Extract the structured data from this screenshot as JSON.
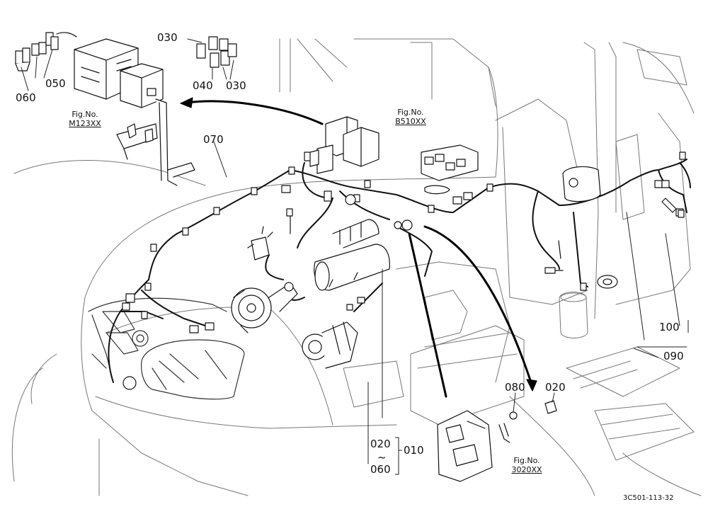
{
  "labels": {
    "p030_top": "030",
    "p050": "050",
    "p060": "060",
    "p040": "040",
    "p030_mid": "030",
    "p070": "070",
    "p100": "100",
    "p090": "090",
    "p080": "080",
    "p020_right": "020",
    "p020_bottom": "020",
    "tilde": "~",
    "p060_bottom": "060",
    "p010": "010"
  },
  "fig_refs": {
    "m123": {
      "title": "Fig.No.",
      "code": "M123XX"
    },
    "b510": {
      "title": "Fig.No.",
      "code": "B510XX"
    },
    "f3020": {
      "title": "Fig.No.",
      "code": "3020XX"
    }
  },
  "drawing_code": "3C501-113-32"
}
